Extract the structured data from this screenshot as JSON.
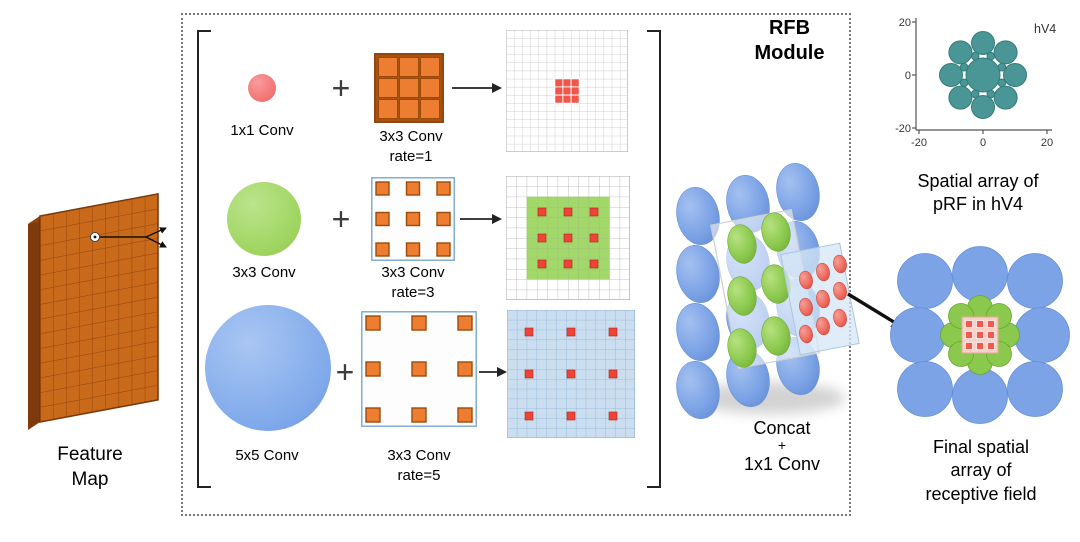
{
  "colors": {
    "feature_map_orange": "#c9691a",
    "kernel_orange": "#ed7d31",
    "kernel_border": "#9c4a0a",
    "conv1_red": "#f37272",
    "conv3_green": "#9ed45f",
    "conv5_blue": "#7fa9ea",
    "grid_red": "#ee5347",
    "grid_green": "#92d050",
    "grid_blue_fill": "#cadeef",
    "cluster_blue": "#7ca3e6",
    "cluster_green": "#8bc94e",
    "cluster_red": "#ee6a5e",
    "prf_teal": "#4a9595"
  },
  "feature_map": {
    "label_line1": "Feature",
    "label_line2": "Map"
  },
  "module": {
    "title_line1": "RFB",
    "title_line2": "Module",
    "plus": "+",
    "rows": [
      {
        "conv": "1x1 Conv",
        "kernel": "3x3 Conv",
        "rate": "rate=1"
      },
      {
        "conv": "3x3 Conv",
        "kernel": "3x3 Conv",
        "rate": "rate=3"
      },
      {
        "conv": "5x5 Conv",
        "kernel": "3x3 Conv",
        "rate": "rate=5"
      }
    ],
    "concat_line1": "Concat",
    "concat_line2": "+",
    "concat_line3": "1x1 Conv"
  },
  "prf_plot": {
    "corner_label": "hV4",
    "y_ticks": [
      "20",
      "0",
      "-20"
    ],
    "x_ticks": [
      "-20",
      "0",
      "20"
    ],
    "caption_line1": "Spatial array of",
    "caption_line2": "pRF in hV4"
  },
  "final_array": {
    "caption_line1": "Final spatial",
    "caption_line2": "array of",
    "caption_line3": "receptive field"
  }
}
